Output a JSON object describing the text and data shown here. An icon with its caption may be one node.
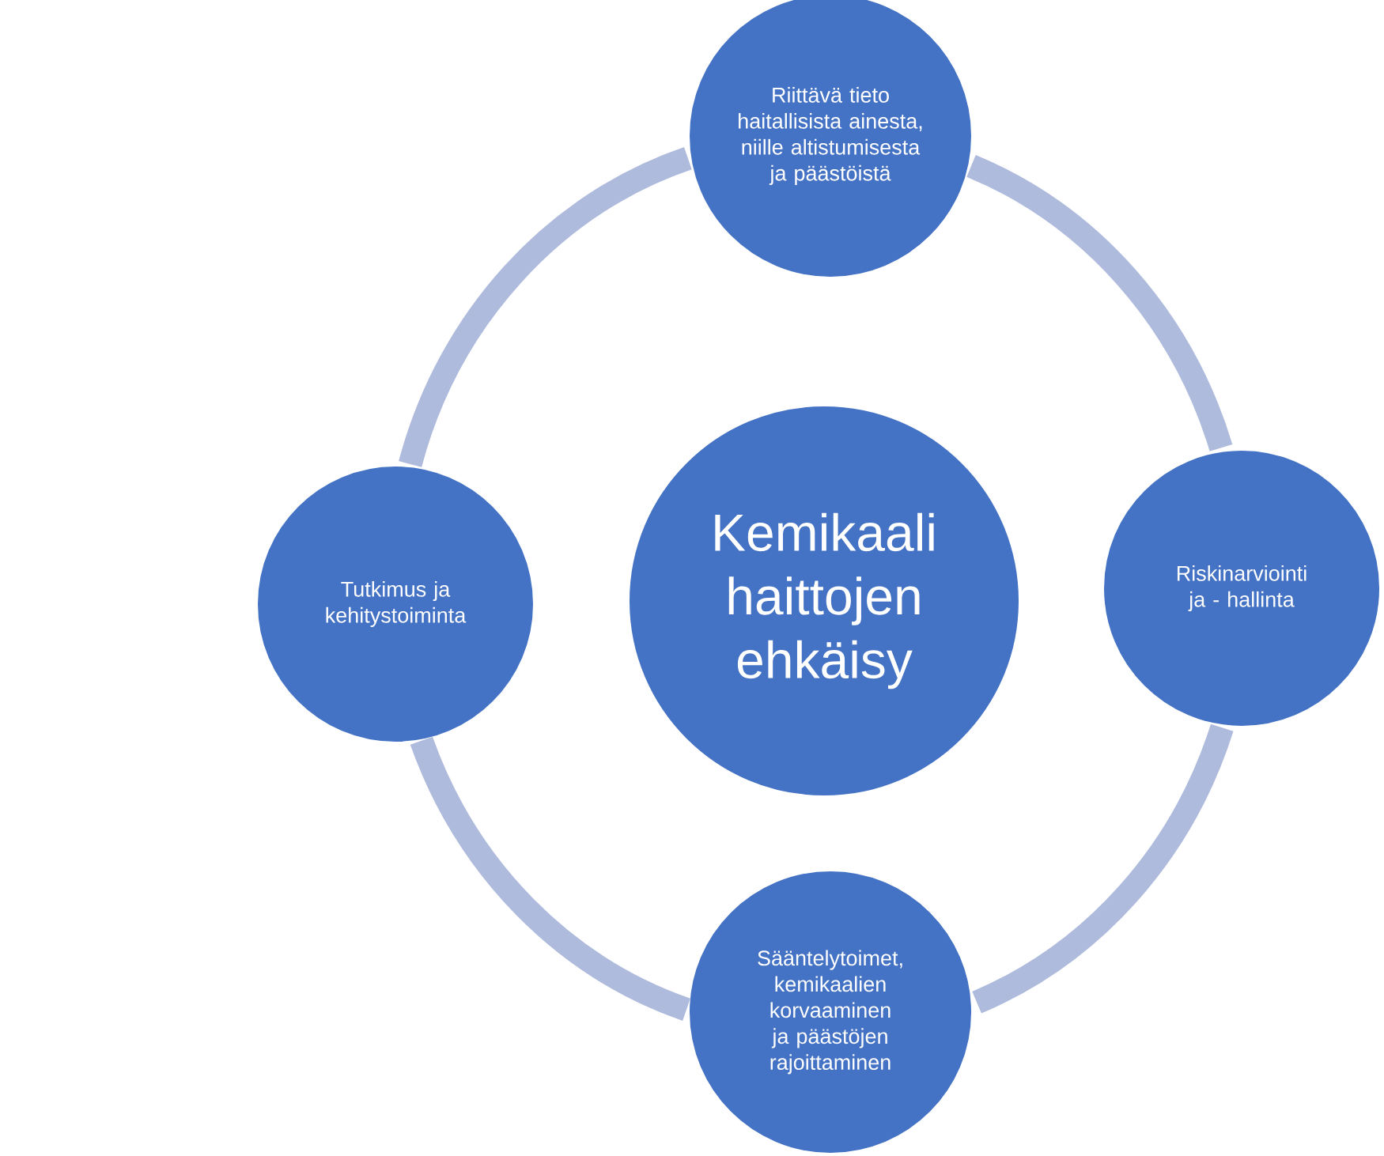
{
  "diagram": {
    "nodes": [
      {
        "text": [
          "Riittävä tieto haitallisista ainesta, niille altistumisesta ja päästöistä"
        ]
      },
      {
        "text": [
          "Tutkimus ja kehitystoiminta"
        ]
      },
      {
        "text": [
          "Kemikaali haittojen ehkäisy"
        ]
      },
      {
        "text": [
          "Riskinarviointi ja - hallinta"
        ]
      },
      {
        "text": [
          "Sääntelytoimet, kemikaalien korvaaminen ja päästöjen rajoittaminen"
        ]
      }
    ],
    "edges": [
      {
        "from": 0,
        "to": 3,
        "arrow": "none"
      },
      {
        "from": 3,
        "to": 4,
        "arrow": "none"
      },
      {
        "from": 4,
        "to": 1,
        "arrow": "none"
      },
      {
        "from": 1,
        "to": 0,
        "arrow": "none"
      }
    ]
  }
}
